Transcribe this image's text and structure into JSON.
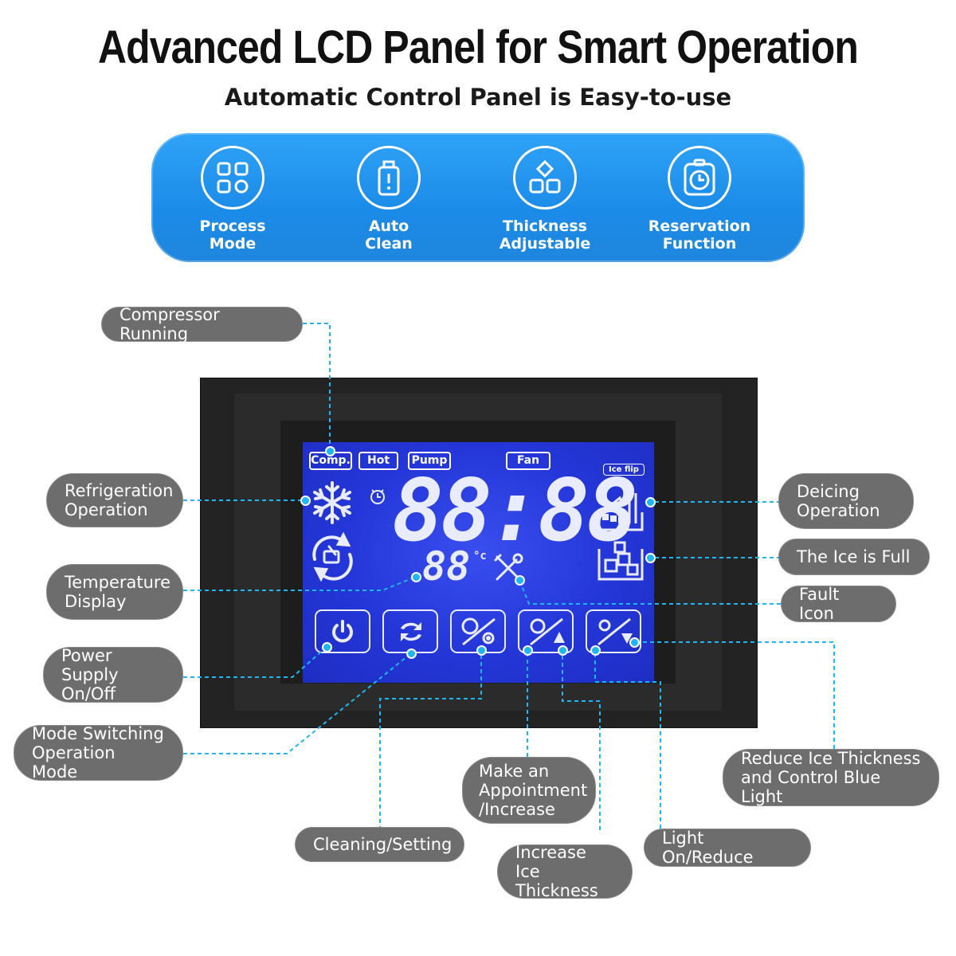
{
  "header": {
    "title": "Advanced LCD Panel for Smart Operation",
    "subtitle": "Automatic Control Panel is Easy-to-use"
  },
  "features": [
    {
      "line1": "Process",
      "line2": "Mode",
      "icon": "grid-icon"
    },
    {
      "line1": "Auto",
      "line2": "Clean",
      "icon": "clean-icon"
    },
    {
      "line1": "Thickness",
      "line2": "Adjustable",
      "icon": "ice-cubes-icon"
    },
    {
      "line1": "Reservation",
      "line2": "Function",
      "icon": "timer-icon"
    }
  ],
  "lcd": {
    "tags": {
      "comp": "Comp.",
      "hot": "Hot",
      "pump": "Pump",
      "fan": "Fan",
      "ice_flip": "Ice flip"
    },
    "clock": "88:88",
    "temp": "88",
    "temp_unit": "°c"
  },
  "callouts": {
    "compressor": "Compressor Running",
    "refrigeration_1": "Refrigeration",
    "refrigeration_2": "Operation",
    "temperature_1": "Temperature",
    "temperature_2": "Display",
    "power_1": "Power Supply",
    "power_2": "On/Off",
    "mode_1": "Mode Switching",
    "mode_2": "Operation Mode",
    "cleaning": "Cleaning/Setting",
    "appointment_1": "Make an",
    "appointment_2": "Appointment",
    "appointment_3": "/Increase",
    "increase_1": "Increase Ice",
    "increase_2": "Thickness",
    "light": "Light On/Reduce",
    "reduce_1": "Reduce Ice Thickness",
    "reduce_2": "and Control Blue Light",
    "deicing_1": "Deicing",
    "deicing_2": "Operation",
    "ice_full": "The Ice is Full",
    "fault": "Fault Icon"
  },
  "colors": {
    "banner": "#1b8be8",
    "lcd": "#2436d8",
    "callout": "#6d6d6d",
    "leader": "#1fb6f5"
  }
}
